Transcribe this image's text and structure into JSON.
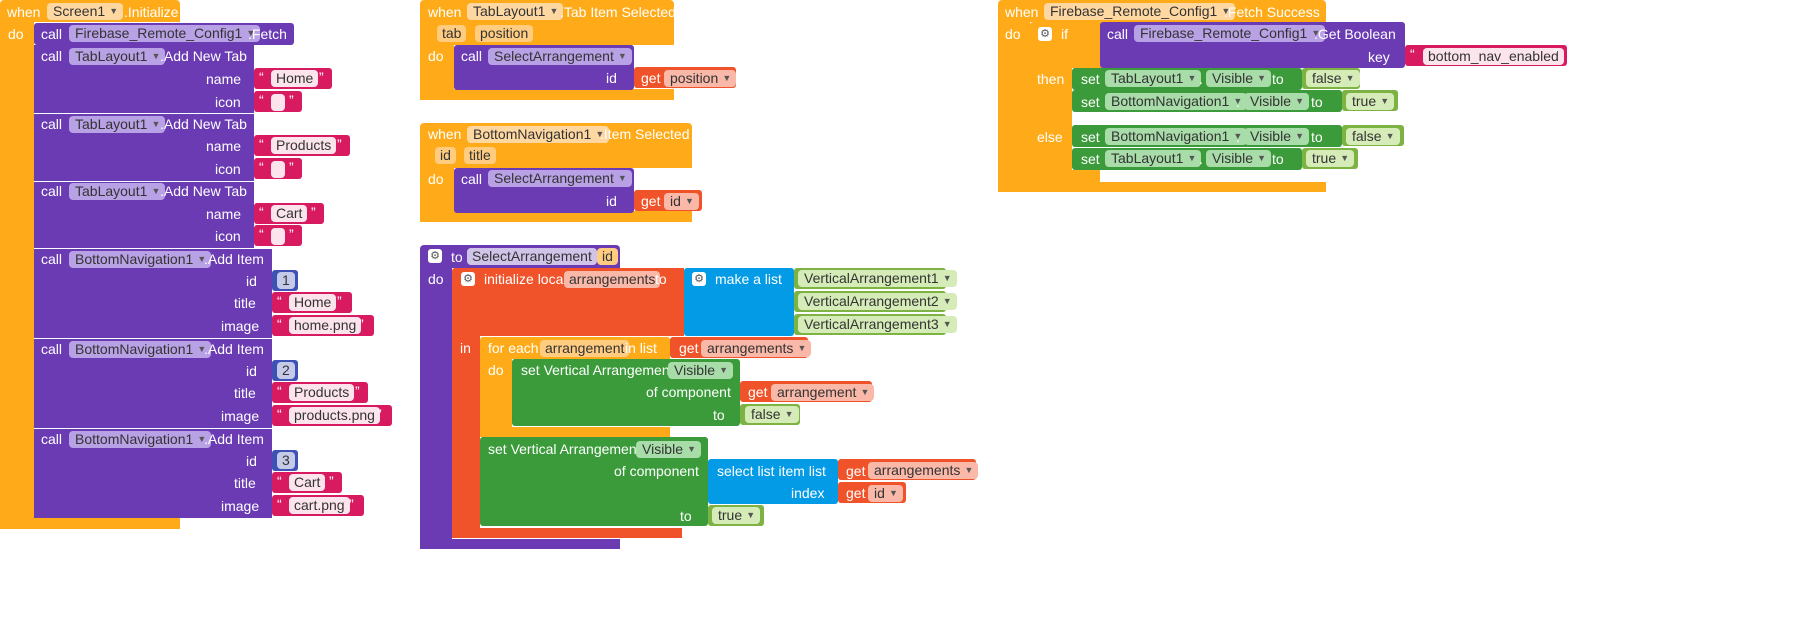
{
  "workspace": {
    "colors": {
      "event": "#ffab19",
      "method": "#6a3bb3",
      "text": "#d81b60",
      "number": "#3f51b5",
      "variable": "#f0532a",
      "property": "#3b9b3b",
      "list": "#039be5",
      "logic": "#7cb342"
    },
    "kw": {
      "when": "when",
      "do": "do",
      "call": "call",
      "set": "set",
      "get": "get",
      "to": "to",
      "if": "if",
      "then": "then",
      "else": "else",
      "in": "in",
      "dot": "."
    }
  },
  "screen_init": {
    "component": "Screen1",
    "event": ".Initialize",
    "fetch_component": "Firebase_Remote_Config1",
    "fetch_method": ".Fetch",
    "tabs": [
      {
        "component": "TabLayout1",
        "method": ".Add New Tab",
        "name_label": "name",
        "name_value": "Home",
        "icon_label": "icon",
        "icon_value": ""
      },
      {
        "component": "TabLayout1",
        "method": ".Add New Tab",
        "name_label": "name",
        "name_value": "Products",
        "icon_label": "icon",
        "icon_value": ""
      },
      {
        "component": "TabLayout1",
        "method": ".Add New Tab",
        "name_label": "name",
        "name_value": "Cart",
        "icon_label": "icon",
        "icon_value": ""
      }
    ],
    "nav_items": [
      {
        "component": "BottomNavigation1",
        "method": ".Add Item",
        "id_label": "id",
        "id_value": "1",
        "title_label": "title",
        "title_value": "Home",
        "image_label": "image",
        "image_value": "home.png"
      },
      {
        "component": "BottomNavigation1",
        "method": ".Add Item",
        "id_label": "id",
        "id_value": "2",
        "title_label": "title",
        "title_value": "Products",
        "image_label": "image",
        "image_value": "products.png"
      },
      {
        "component": "BottomNavigation1",
        "method": ".Add Item",
        "id_label": "id",
        "id_value": "3",
        "title_label": "title",
        "title_value": "Cart",
        "image_label": "image",
        "image_value": "cart.png"
      }
    ]
  },
  "tab_selected": {
    "component": "TabLayout1",
    "event": ".Tab Item Selected",
    "params": [
      "tab",
      "position"
    ],
    "call_target": "SelectArrangement",
    "arg_label": "id",
    "arg_var": "position"
  },
  "nav_selected": {
    "component": "BottomNavigation1",
    "event": ".Item Selected",
    "params": [
      "id",
      "title"
    ],
    "call_target": "SelectArrangement",
    "arg_label": "id",
    "arg_var": "id"
  },
  "procedure": {
    "name": "SelectArrangement",
    "param": "id",
    "init_label": "initialize local",
    "local_var": "arrangements",
    "make_list": "make a list",
    "items": [
      "VerticalArrangement1",
      "VerticalArrangement2",
      "VerticalArrangement3"
    ],
    "foreach_label": "for each",
    "loop_var": "arrangement",
    "in_list": "in list",
    "set_label": "set Vertical Arrangement.",
    "prop": "Visible",
    "of_component": "of component",
    "false_value": "false",
    "true_value": "true",
    "select_item": "select list item  list",
    "index_label": "index"
  },
  "fetch_success": {
    "component": "Firebase_Remote_Config1",
    "event": ".Fetch Success",
    "getter": ".Get Boolean",
    "key_label": "key",
    "key_value": "bottom_nav_enabled",
    "then_rows": [
      {
        "component": "TabLayout1",
        "prop": "Visible",
        "value": "false"
      },
      {
        "component": "BottomNavigation1",
        "prop": "Visible",
        "value": "true"
      }
    ],
    "else_rows": [
      {
        "component": "BottomNavigation1",
        "prop": "Visible",
        "value": "false"
      },
      {
        "component": "TabLayout1",
        "prop": "Visible",
        "value": "true"
      }
    ]
  }
}
